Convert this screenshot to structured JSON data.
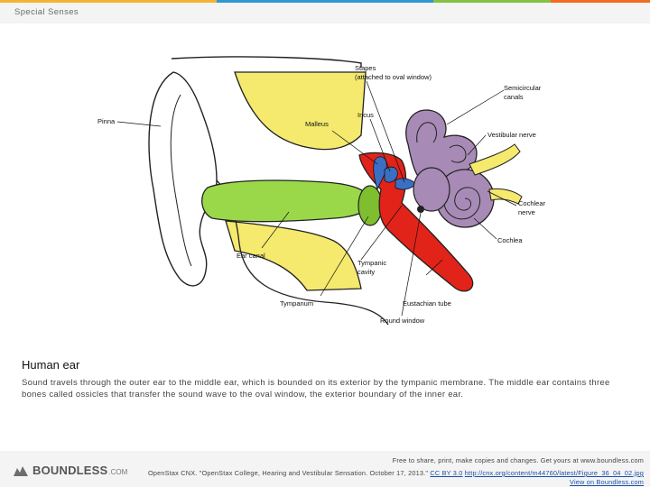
{
  "header": {
    "section_title": "Special Senses",
    "stripe_colors": [
      "#f5b335",
      "#2f97d3",
      "#84c341",
      "#f36c21"
    ]
  },
  "figure": {
    "labels": {
      "stapes_1": "Stapes",
      "stapes_2": "(attached to oval window)",
      "semicircular_1": "Semicircular",
      "semicircular_2": "canals",
      "pinna": "Pinna",
      "malleus": "Malleus",
      "incus": "Incus",
      "vestibular": "Vestibular nerve",
      "cochlear_1": "Cochlear",
      "cochlear_2": "nerve",
      "cochlea": "Cochlea",
      "ear_canal": "Ear canal",
      "tympanic_1": "Tympanic",
      "tympanic_2": "cavity",
      "tympanum": "Tympanum",
      "eustachian": "Eustachian tube",
      "round_window": "Round window"
    },
    "colors": {
      "yellow": "#f5ea6e",
      "green": "#9ad84a",
      "red": "#e2231a",
      "purple": "#a78bb6",
      "ossicle": "#3a6fc4"
    }
  },
  "caption": {
    "title": "Human ear",
    "text": "Sound travels through the outer ear to the middle ear, which is bounded on its exterior by the tympanic membrane. The middle ear contains three bones called ossicles that transfer the sound wave to the oval window, the exterior boundary of the inner ear."
  },
  "footer": {
    "logo_text": "BOUNDLESS",
    "logo_suffix": ".COM",
    "free_text": "Free to share, print, make copies and changes. Get yours at www.boundless.com",
    "citation": "OpenStax CNX. \"OpenStax College, Hearing and Vestibular Sensation. October 17, 2013.\"",
    "license": "CC BY 3.0",
    "url": "http://cnx.org/content/m44760/latest/Figure_36_04_02.jpg",
    "view_link": "View on Boundless.com"
  }
}
